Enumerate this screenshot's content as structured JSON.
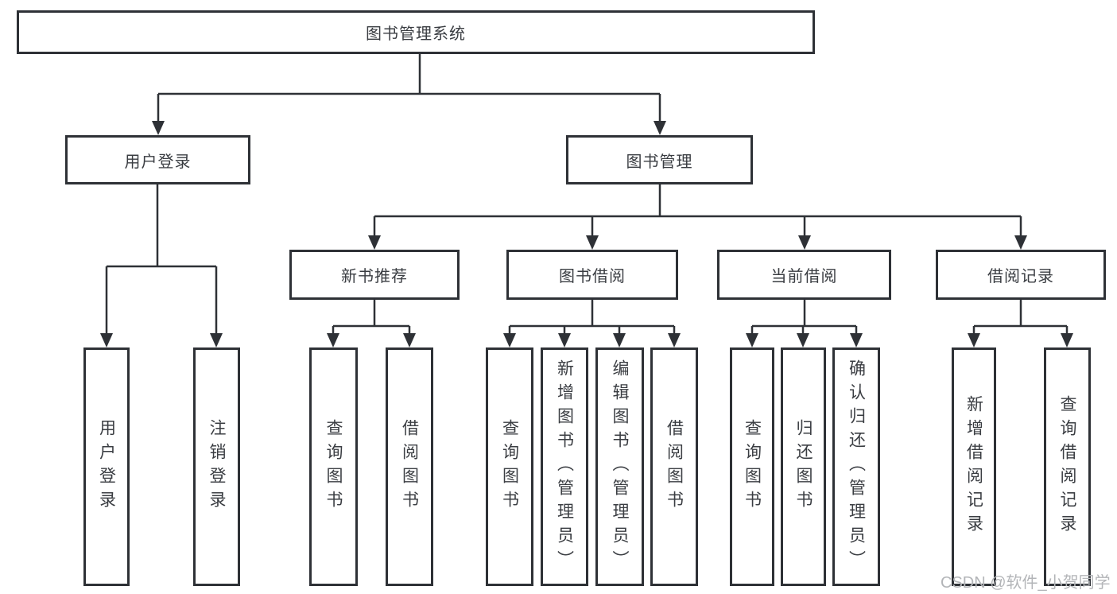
{
  "diagram": {
    "title": "图书管理系统",
    "colors": {
      "line": "#2e3136",
      "text": "#3a3d42",
      "background": "#ffffff",
      "watermark": "#b3b5b8"
    },
    "nodes": {
      "root": "图书管理系统",
      "user_login": "用户登录",
      "book_mgmt": "图书管理",
      "new_book_rec": "新书推荐",
      "book_borrow": "图书借阅",
      "current_borrow": "当前借阅",
      "borrow_records": "借阅记录",
      "ul_login": "用户登录",
      "ul_logout": "注销登录",
      "nb_query": "查询图书",
      "nb_borrow": "借阅图书",
      "bb_query": "查询图书",
      "bb_add": "新增图书（管理员）",
      "bb_edit": "编辑图书（管理员）",
      "bb_borrow": "借阅图书",
      "cb_query": "查询图书",
      "cb_return": "归还图书",
      "cb_confirm": "确认归还（管理员）",
      "br_add": "新增借阅记录",
      "br_query": "查询借阅记录"
    },
    "watermark": "CSDN @软件_小贺同学"
  }
}
